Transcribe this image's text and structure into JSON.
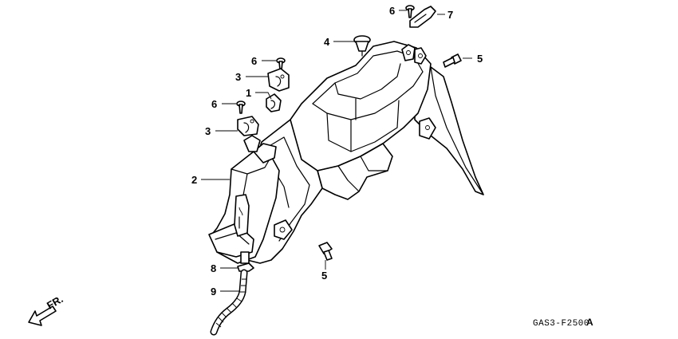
{
  "callouts": {
    "c1": "1",
    "c2": "2",
    "c3a": "3",
    "c3b": "3",
    "c4": "4",
    "c5a": "5",
    "c5b": "5",
    "c6a": "6",
    "c6b": "6",
    "c6c": "6",
    "c7": "7",
    "c8": "8",
    "c9": "9"
  },
  "direction_label": "FR.",
  "diagram_code": "GAS3-F2500",
  "diagram_code_suffix": "A"
}
